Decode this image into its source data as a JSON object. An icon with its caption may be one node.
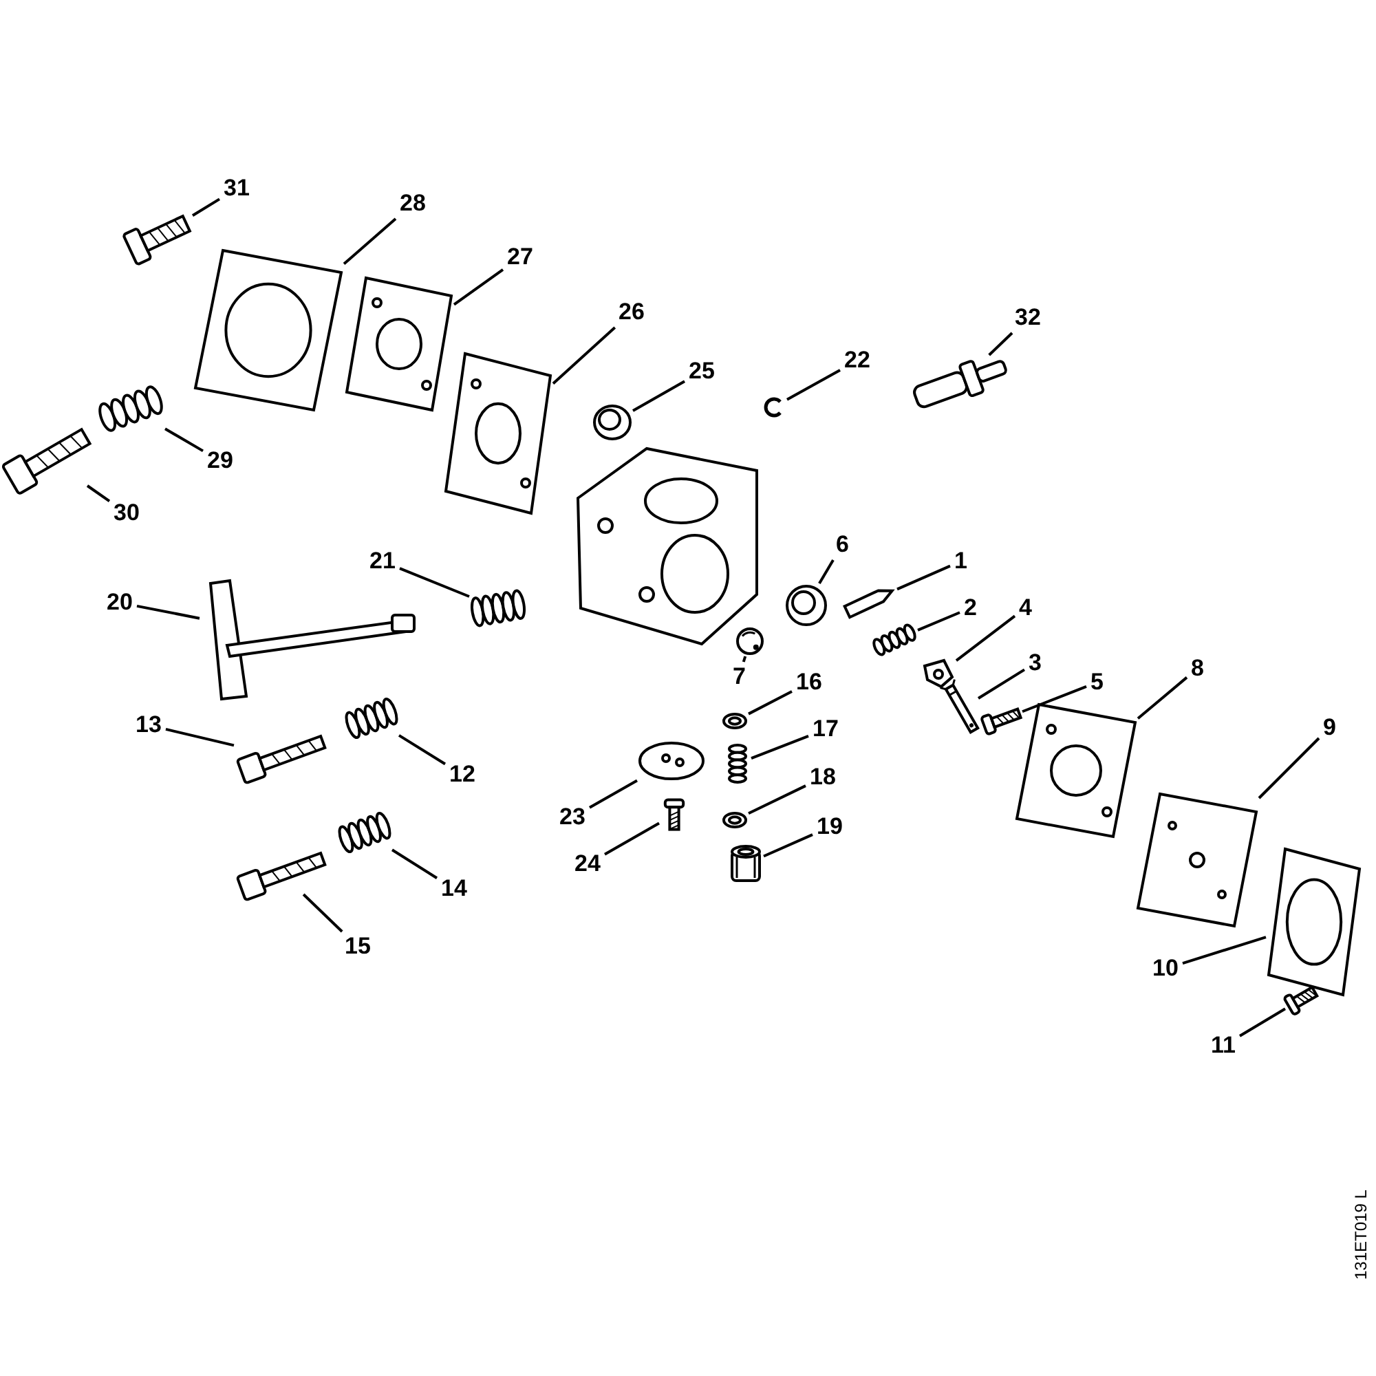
{
  "diagram": {
    "nodes": [
      {
        "text": [
          "1"
        ]
      },
      {
        "text": [
          "2"
        ]
      },
      {
        "text": [
          "3"
        ]
      },
      {
        "text": [
          "4"
        ]
      },
      {
        "text": [
          "5"
        ]
      },
      {
        "text": [
          "6"
        ]
      },
      {
        "text": [
          "7"
        ]
      },
      {
        "text": [
          "8"
        ]
      },
      {
        "text": [
          "9"
        ]
      },
      {
        "text": [
          "10"
        ]
      },
      {
        "text": [
          "11"
        ]
      },
      {
        "text": [
          "12"
        ]
      },
      {
        "text": [
          "13"
        ]
      },
      {
        "text": [
          "14"
        ]
      },
      {
        "text": [
          "15"
        ]
      },
      {
        "text": [
          "16"
        ]
      },
      {
        "text": [
          "17"
        ]
      },
      {
        "text": [
          "18"
        ]
      },
      {
        "text": [
          "19"
        ]
      },
      {
        "text": [
          "20"
        ]
      },
      {
        "text": [
          "21"
        ]
      },
      {
        "text": [
          "22"
        ]
      },
      {
        "text": [
          "23"
        ]
      },
      {
        "text": [
          "24"
        ]
      },
      {
        "text": [
          "25"
        ]
      },
      {
        "text": [
          "26"
        ]
      },
      {
        "text": [
          "27"
        ]
      },
      {
        "text": [
          "28"
        ]
      },
      {
        "text": [
          "29"
        ]
      },
      {
        "text": [
          "30"
        ]
      },
      {
        "text": [
          "31"
        ]
      },
      {
        "text": [
          "32"
        ]
      },
      {
        "text": [],
        "shape": "picture"
      },
      {
        "text": [],
        "shape": "picture"
      },
      {
        "text": [],
        "shape": "picture"
      },
      {
        "text": [],
        "shape": "picture"
      },
      {
        "text": [],
        "shape": "picture"
      },
      {
        "text": [],
        "shape": "picture"
      },
      {
        "text": [],
        "shape": "picture"
      },
      {
        "text": [],
        "shape": "picture"
      },
      {
        "text": [],
        "shape": "picture"
      },
      {
        "text": [],
        "shape": "picture"
      },
      {
        "text": [],
        "shape": "picture"
      },
      {
        "text": [],
        "shape": "picture"
      },
      {
        "text": [],
        "shape": "picture"
      },
      {
        "text": [],
        "shape": "picture"
      },
      {
        "text": [],
        "shape": "picture"
      },
      {
        "text": [],
        "shape": "picture"
      },
      {
        "text": [],
        "shape": "picture"
      },
      {
        "text": [],
        "shape": "picture"
      },
      {
        "text": [],
        "shape": "picture"
      },
      {
        "text": [],
        "shape": "picture"
      },
      {
        "text": [],
        "shape": "picture"
      },
      {
        "text": [],
        "shape": "picture"
      },
      {
        "text": [],
        "shape": "picture"
      },
      {
        "text": [],
        "shape": "picture"
      },
      {
        "text": [],
        "shape": "picture"
      },
      {
        "text": [],
        "shape": "picture"
      },
      {
        "text": [],
        "shape": "picture"
      },
      {
        "text": [],
        "shape": "picture"
      },
      {
        "text": [],
        "shape": "picture"
      },
      {
        "text": [],
        "shape": "picture"
      },
      {
        "text": [],
        "shape": "picture"
      },
      {
        "text": [],
        "shape": "picture"
      }
    ],
    "edges": [
      {
        "from": 0,
        "to": 32,
        "arrow": "none"
      },
      {
        "from": 1,
        "to": 33,
        "arrow": "none"
      },
      {
        "from": 2,
        "to": 34,
        "arrow": "none"
      },
      {
        "from": 3,
        "to": 35,
        "arrow": "none"
      },
      {
        "from": 4,
        "to": 36,
        "arrow": "none"
      },
      {
        "from": 5,
        "to": 37,
        "arrow": "none"
      },
      {
        "from": 6,
        "to": 38,
        "arrow": "none"
      },
      {
        "from": 7,
        "to": 39,
        "arrow": "none"
      },
      {
        "from": 8,
        "to": 40,
        "arrow": "none"
      },
      {
        "from": 9,
        "to": 41,
        "arrow": "none"
      },
      {
        "from": 10,
        "to": 42,
        "arrow": "none"
      },
      {
        "from": 11,
        "to": 43,
        "arrow": "none"
      },
      {
        "from": 12,
        "to": 44,
        "arrow": "none"
      },
      {
        "from": 13,
        "to": 45,
        "arrow": "none"
      },
      {
        "from": 14,
        "to": 46,
        "arrow": "none"
      },
      {
        "from": 15,
        "to": 47,
        "arrow": "none"
      },
      {
        "from": 16,
        "to": 48,
        "arrow": "none"
      },
      {
        "from": 17,
        "to": 49,
        "arrow": "none"
      },
      {
        "from": 18,
        "to": 50,
        "arrow": "none"
      },
      {
        "from": 19,
        "to": 51,
        "arrow": "none"
      },
      {
        "from": 20,
        "to": 52,
        "arrow": "none"
      },
      {
        "from": 21,
        "to": 53,
        "arrow": "none"
      },
      {
        "from": 22,
        "to": 54,
        "arrow": "none"
      },
      {
        "from": 23,
        "to": 55,
        "arrow": "none"
      },
      {
        "from": 24,
        "to": 56,
        "arrow": "none"
      },
      {
        "from": 25,
        "to": 57,
        "arrow": "none"
      },
      {
        "from": 26,
        "to": 58,
        "arrow": "none"
      },
      {
        "from": 27,
        "to": 59,
        "arrow": "none"
      },
      {
        "from": 28,
        "to": 60,
        "arrow": "none"
      },
      {
        "from": 29,
        "to": 61,
        "arrow": "none"
      },
      {
        "from": 30,
        "to": 62,
        "arrow": "none"
      },
      {
        "from": 31,
        "to": 63,
        "arrow": "none"
      }
    ],
    "labels": [
      "131ET019 L"
    ]
  }
}
